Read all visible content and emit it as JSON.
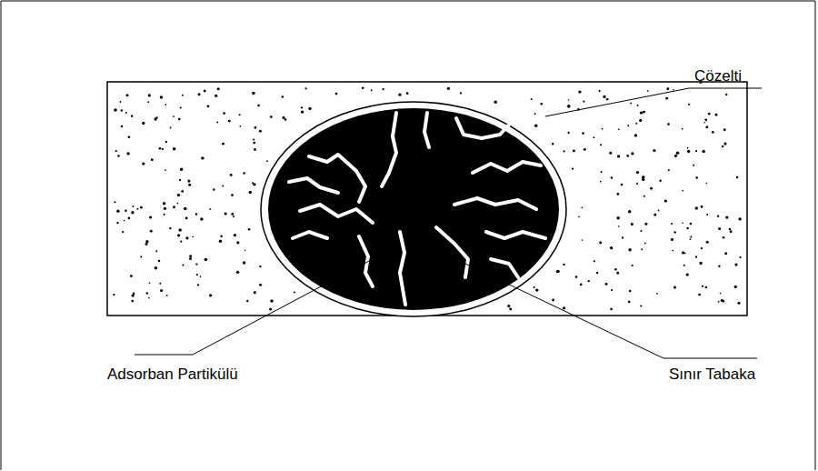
{
  "diagram": {
    "labels": [
      "Çözelti",
      "Adsorban Partikülü",
      "Sınır Tabaka"
    ]
  }
}
